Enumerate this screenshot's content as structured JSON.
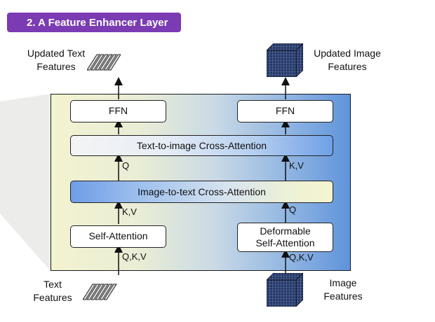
{
  "header": {
    "title": "2. A Feature Enhancer Layer"
  },
  "outputs": {
    "text_line1": "Updated Text",
    "text_line2": "Features",
    "image_line1": "Updated Image",
    "image_line2": "Features"
  },
  "inputs": {
    "text_line1": "Text",
    "text_line2": "Features",
    "image_line1": "Image",
    "image_line2": "Features"
  },
  "blocks": {
    "ffn_left": "FFN",
    "ffn_right": "FFN",
    "text_to_image": "Text-to-image Cross-Attention",
    "image_to_text": "Image-to-text Cross-Attention",
    "self_attention": "Self-Attention",
    "deformable_line1": "Deformable",
    "deformable_line2": "Self-Attention"
  },
  "arrow_labels": {
    "left_q": "Q",
    "right_kv": "K,V",
    "left_kv": "K,V",
    "right_q": "Q",
    "left_qkv": "Q,K,V",
    "right_qkv": "Q,K,V"
  },
  "colors": {
    "title_bg": "#7a3bb3",
    "panel_left": "#f3f3d0",
    "panel_right": "#5f93dc",
    "tensor": "#1f2f5a"
  },
  "icons": [
    "text-feature-bars-icon",
    "image-feature-cube-icon"
  ]
}
